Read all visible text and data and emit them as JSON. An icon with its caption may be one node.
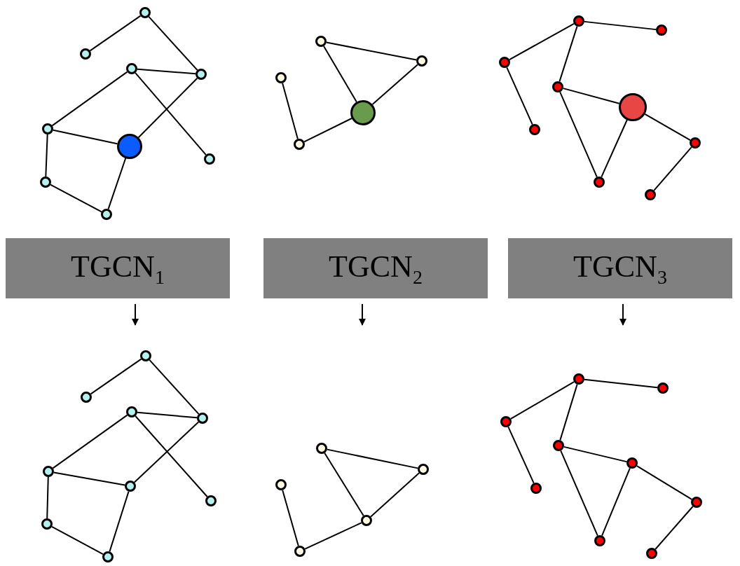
{
  "diagram": {
    "nodes": [
      {
        "text": [],
        "shape": "circle"
      },
      {
        "text": [],
        "shape": "circle"
      },
      {
        "text": [],
        "shape": "circle"
      },
      {
        "text": [],
        "shape": "circle"
      },
      {
        "text": [],
        "shape": "circle"
      },
      {
        "text": [],
        "shape": "circle"
      },
      {
        "text": [],
        "shape": "circle"
      },
      {
        "text": [],
        "shape": "circle"
      },
      {
        "text": [],
        "shape": "circle"
      },
      {
        "text": [],
        "shape": "circle"
      },
      {
        "text": [],
        "shape": "circle"
      },
      {
        "text": [],
        "shape": "circle"
      },
      {
        "text": [],
        "shape": "circle"
      },
      {
        "text": [],
        "shape": "circle"
      },
      {
        "text": [],
        "shape": "circle"
      },
      {
        "text": [],
        "shape": "circle"
      },
      {
        "text": [],
        "shape": "circle"
      },
      {
        "text": [],
        "shape": "circle"
      },
      {
        "text": [],
        "shape": "circle"
      },
      {
        "text": [],
        "shape": "circle"
      },
      {
        "text": [],
        "shape": "circle"
      },
      {
        "text": [],
        "shape": "circle"
      },
      {
        "text": [],
        "shape": "circle"
      },
      {
        "text": [
          "TGCN$_{1}$"
        ]
      },
      {
        "text": [
          "TGCN$_{2}$"
        ]
      },
      {
        "text": [
          "TGCN$_{3}$"
        ]
      },
      {
        "text": [],
        "shape": "circle"
      },
      {
        "text": [],
        "shape": "circle"
      },
      {
        "text": [],
        "shape": "circle"
      },
      {
        "text": [],
        "shape": "circle"
      },
      {
        "text": [],
        "shape": "circle"
      },
      {
        "text": [],
        "shape": "circle"
      },
      {
        "text": [],
        "shape": "circle"
      },
      {
        "text": [],
        "shape": "circle"
      },
      {
        "text": [],
        "shape": "circle"
      },
      {
        "text": [],
        "shape": "circle"
      },
      {
        "text": [],
        "shape": "circle"
      },
      {
        "text": [],
        "shape": "circle"
      },
      {
        "text": [],
        "shape": "circle"
      },
      {
        "text": [],
        "shape": "circle"
      },
      {
        "text": [],
        "shape": "circle"
      },
      {
        "text": [],
        "shape": "circle"
      },
      {
        "text": [],
        "shape": "circle"
      },
      {
        "text": [],
        "shape": "circle"
      },
      {
        "text": [],
        "shape": "circle"
      },
      {
        "text": [],
        "shape": "circle"
      },
      {
        "text": [],
        "shape": "circle"
      },
      {
        "text": [],
        "shape": "circle"
      },
      {
        "text": [],
        "shape": "circle"
      }
    ],
    "edges": [
      {
        "from": 1,
        "to": 0,
        "arrow": "none"
      },
      {
        "from": 0,
        "to": 3,
        "arrow": "none"
      },
      {
        "from": 2,
        "to": 3,
        "arrow": "none"
      },
      {
        "from": 2,
        "to": 4,
        "arrow": "none"
      },
      {
        "from": 2,
        "to": 6,
        "arrow": "none"
      },
      {
        "from": 3,
        "to": 5,
        "arrow": "none"
      },
      {
        "from": 4,
        "to": 5,
        "arrow": "none"
      },
      {
        "from": 4,
        "to": 7,
        "arrow": "none"
      },
      {
        "from": 7,
        "to": 8,
        "arrow": "none"
      },
      {
        "from": 8,
        "to": 5,
        "arrow": "none"
      },
      {
        "from": 9,
        "to": 10,
        "arrow": "none"
      },
      {
        "from": 9,
        "to": 12,
        "arrow": "none"
      },
      {
        "from": 10,
        "to": 12,
        "arrow": "none"
      },
      {
        "from": 11,
        "to": 13,
        "arrow": "none"
      },
      {
        "from": 13,
        "to": 12,
        "arrow": "none"
      },
      {
        "from": 16,
        "to": 14,
        "arrow": "none"
      },
      {
        "from": 14,
        "to": 15,
        "arrow": "none"
      },
      {
        "from": 14,
        "to": 17,
        "arrow": "none"
      },
      {
        "from": 16,
        "to": 19,
        "arrow": "none"
      },
      {
        "from": 17,
        "to": 18,
        "arrow": "none"
      },
      {
        "from": 17,
        "to": 21,
        "arrow": "none"
      },
      {
        "from": 21,
        "to": 18,
        "arrow": "none"
      },
      {
        "from": 18,
        "to": 20,
        "arrow": "none"
      },
      {
        "from": 20,
        "to": 22,
        "arrow": "none"
      },
      {
        "from": 23,
        "to": null,
        "arrow": "to"
      },
      {
        "from": 24,
        "to": null,
        "arrow": "to"
      },
      {
        "from": 25,
        "to": null,
        "arrow": "to"
      },
      {
        "from": 27,
        "to": 26,
        "arrow": "none"
      },
      {
        "from": 26,
        "to": 29,
        "arrow": "none"
      },
      {
        "from": 28,
        "to": 29,
        "arrow": "none"
      },
      {
        "from": 28,
        "to": 30,
        "arrow": "none"
      },
      {
        "from": 28,
        "to": 32,
        "arrow": "none"
      },
      {
        "from": 29,
        "to": 31,
        "arrow": "none"
      },
      {
        "from": 30,
        "to": 31,
        "arrow": "none"
      },
      {
        "from": 30,
        "to": 33,
        "arrow": "none"
      },
      {
        "from": 33,
        "to": 34,
        "arrow": "none"
      },
      {
        "from": 34,
        "to": 31,
        "arrow": "none"
      },
      {
        "from": 35,
        "to": 36,
        "arrow": "none"
      },
      {
        "from": 35,
        "to": 38,
        "arrow": "none"
      },
      {
        "from": 36,
        "to": 38,
        "arrow": "none"
      },
      {
        "from": 37,
        "to": 39,
        "arrow": "none"
      },
      {
        "from": 39,
        "to": 38,
        "arrow": "none"
      },
      {
        "from": 42,
        "to": 40,
        "arrow": "none"
      },
      {
        "from": 40,
        "to": 41,
        "arrow": "none"
      },
      {
        "from": 40,
        "to": 43,
        "arrow": "none"
      },
      {
        "from": 42,
        "to": 45,
        "arrow": "none"
      },
      {
        "from": 43,
        "to": 44,
        "arrow": "none"
      },
      {
        "from": 43,
        "to": 47,
        "arrow": "none"
      },
      {
        "from": 47,
        "to": 44,
        "arrow": "none"
      },
      {
        "from": 44,
        "to": 46,
        "arrow": "none"
      },
      {
        "from": 46,
        "to": 48,
        "arrow": "none"
      }
    ]
  }
}
